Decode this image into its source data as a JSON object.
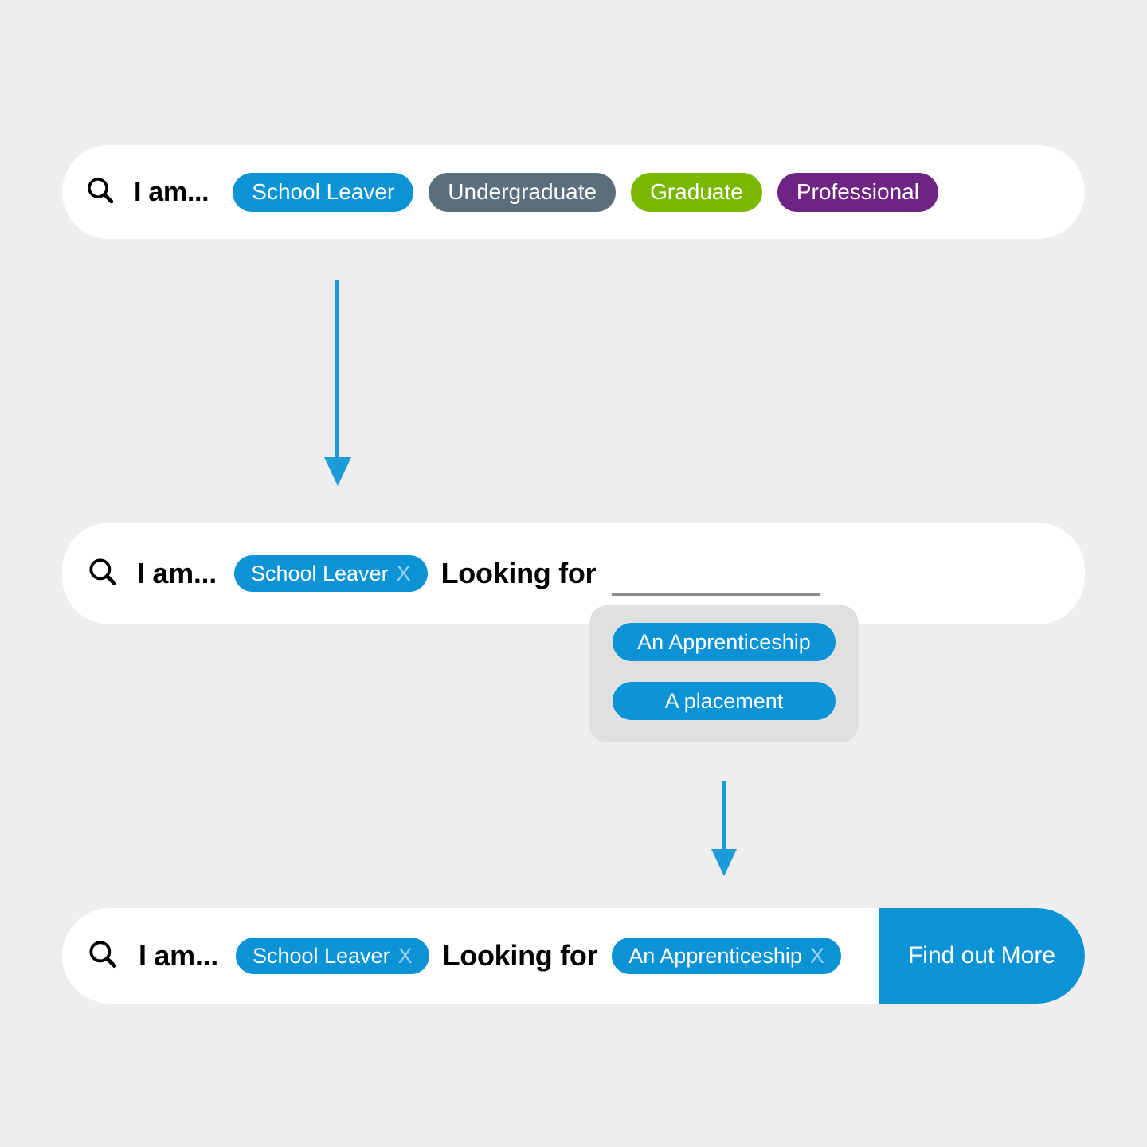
{
  "colors": {
    "page_background": "#eeeeee",
    "bar_background": "#ffffff",
    "accent_blue": "#0b93d5",
    "pill_grey": "#5a6e7c",
    "pill_green": "#7ab800",
    "pill_purple": "#6e2482",
    "dropdown_background": "#e0e0e0",
    "underline_grey": "#8c8c8c",
    "remove_x": "#9ed2ec"
  },
  "icons": {
    "search": "search-icon",
    "arrow_down": "arrow-down-icon"
  },
  "step1": {
    "search_icon": "search-icon",
    "iam_label": "I am...",
    "options": [
      {
        "label": "School Leaver",
        "color": "#0b93d5",
        "style": "pill-blue"
      },
      {
        "label": "Undergraduate",
        "color": "#5a6e7c",
        "style": "pill-grey"
      },
      {
        "label": "Graduate",
        "color": "#7ab800",
        "style": "pill-green"
      },
      {
        "label": "Professional",
        "color": "#6e2482",
        "style": "pill-purple"
      }
    ]
  },
  "step2": {
    "search_icon": "search-icon",
    "iam_label": "I am...",
    "selected_iam": "School Leaver",
    "remove_glyph": "X",
    "looking_label": "Looking for",
    "input_value": "",
    "input_placeholder": "",
    "dropdown_options": [
      {
        "label": "An Apprenticeship"
      },
      {
        "label": "A placement"
      }
    ]
  },
  "step3": {
    "search_icon": "search-icon",
    "iam_label": "I am...",
    "selected_iam": "School Leaver",
    "remove_glyph": "X",
    "looking_label": "Looking for",
    "selected_looking": "An Apprenticeship",
    "cta_label": "Find out More"
  }
}
